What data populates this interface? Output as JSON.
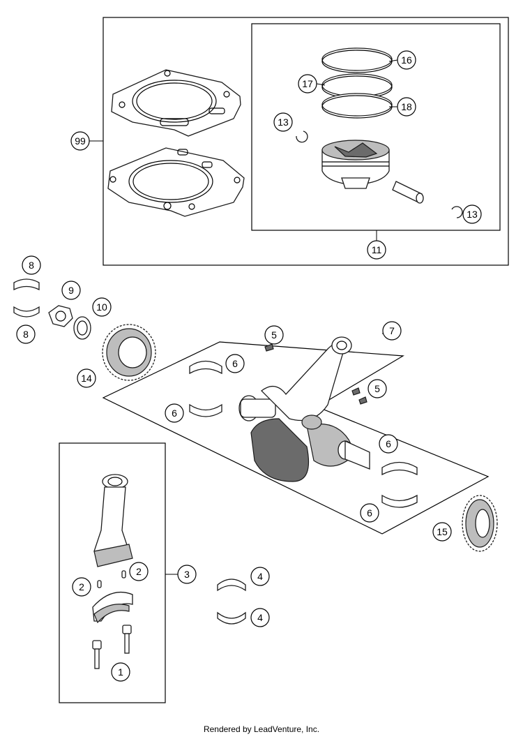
{
  "footer": {
    "text": "Rendered by LeadVenture, Inc."
  },
  "callouts": [
    {
      "id": "c99",
      "label": "99"
    },
    {
      "id": "c16",
      "label": "16"
    },
    {
      "id": "c17",
      "label": "17"
    },
    {
      "id": "c18",
      "label": "18"
    },
    {
      "id": "c13a",
      "label": "13"
    },
    {
      "id": "c13b",
      "label": "13"
    },
    {
      "id": "c11",
      "label": "11"
    },
    {
      "id": "c8a",
      "label": "8"
    },
    {
      "id": "c8b",
      "label": "8"
    },
    {
      "id": "c9",
      "label": "9"
    },
    {
      "id": "c10",
      "label": "10"
    },
    {
      "id": "c14",
      "label": "14"
    },
    {
      "id": "c5a",
      "label": "5"
    },
    {
      "id": "c5b",
      "label": "5"
    },
    {
      "id": "c7",
      "label": "7"
    },
    {
      "id": "c6a",
      "label": "6"
    },
    {
      "id": "c6b",
      "label": "6"
    },
    {
      "id": "c6c",
      "label": "6"
    },
    {
      "id": "c6d",
      "label": "6"
    },
    {
      "id": "c15",
      "label": "15"
    },
    {
      "id": "c3",
      "label": "3"
    },
    {
      "id": "c2a",
      "label": "2"
    },
    {
      "id": "c2b",
      "label": "2"
    },
    {
      "id": "c4a",
      "label": "4"
    },
    {
      "id": "c4b",
      "label": "4"
    },
    {
      "id": "c1",
      "label": "1"
    }
  ]
}
